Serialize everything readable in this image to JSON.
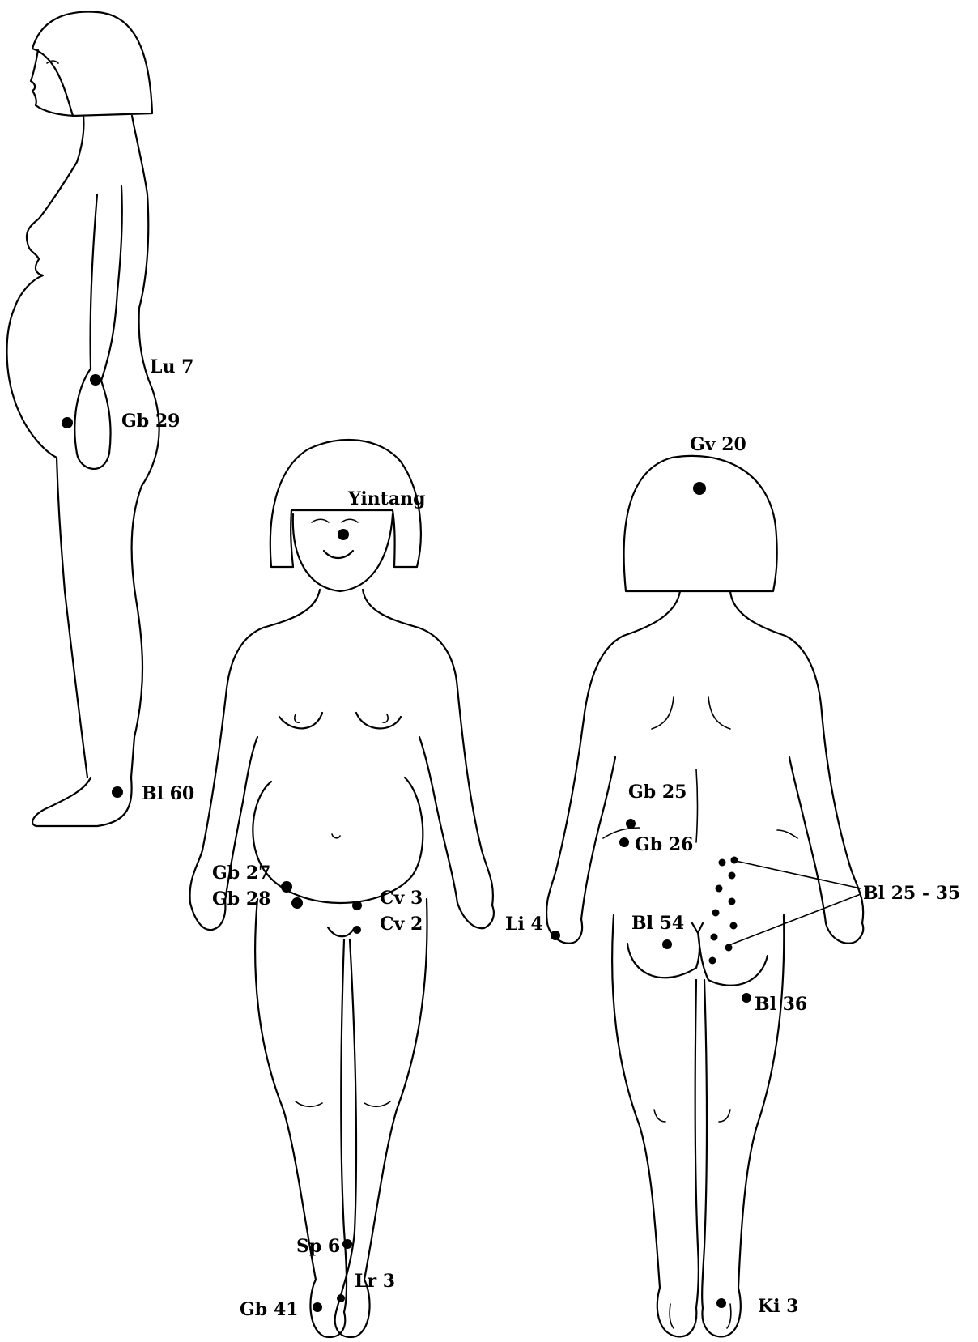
{
  "points": {
    "lu7": "Lu 7",
    "gb29": "Gb 29",
    "bl60": "Bl 60",
    "gv20": "Gv 20",
    "yintang": "Yintang",
    "gb27": "Gb 27",
    "gb28": "Gb 28",
    "cv3": "Cv 3",
    "cv2": "Cv 2",
    "li4": "Li 4",
    "gb25": "Gb 25",
    "gb26": "Gb 26",
    "bl25_35": "Bl 25 - 35",
    "bl54": "Bl 54",
    "bl36": "Bl 36",
    "sp6": "Sp 6",
    "lr3": "Lr 3",
    "gb41": "Gb 41",
    "ki3": "Ki 3"
  }
}
